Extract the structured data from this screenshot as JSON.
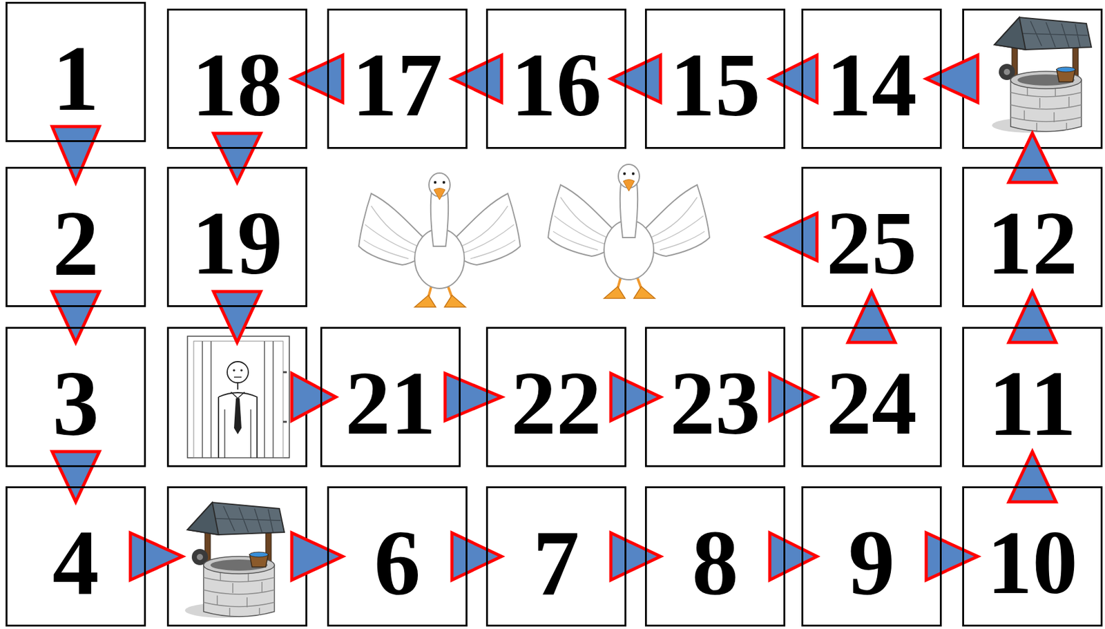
{
  "diagram": {
    "nodes": [
      {
        "text": [
          "1"
        ]
      },
      {
        "text": [
          "2"
        ]
      },
      {
        "text": [
          "3"
        ]
      },
      {
        "text": [
          "4"
        ]
      },
      {
        "text": [
          "6"
        ]
      },
      {
        "text": [
          "7"
        ]
      },
      {
        "text": [
          "8"
        ]
      },
      {
        "text": [
          "9"
        ]
      },
      {
        "text": [
          "10"
        ]
      },
      {
        "text": [
          "11"
        ]
      },
      {
        "text": [
          "12"
        ]
      },
      {
        "text": [
          "14"
        ]
      },
      {
        "text": [
          "15"
        ]
      },
      {
        "text": [
          "16"
        ]
      },
      {
        "text": [
          "17"
        ]
      },
      {
        "text": [
          "18"
        ]
      },
      {
        "text": [
          "19"
        ]
      },
      {
        "text": [
          "21"
        ]
      },
      {
        "text": [
          "22"
        ]
      },
      {
        "text": [
          "23"
        ]
      },
      {
        "text": [
          "24"
        ]
      },
      {
        "text": [
          "25"
        ]
      }
    ],
    "edges": [
      {
        "from": 0,
        "to": 1,
        "arrow": "to"
      },
      {
        "from": 1,
        "to": 2,
        "arrow": "to"
      },
      {
        "from": 2,
        "to": 3,
        "arrow": "to"
      },
      {
        "from": 4,
        "to": 5,
        "arrow": "to"
      },
      {
        "from": 5,
        "to": 6,
        "arrow": "to"
      },
      {
        "from": 6,
        "to": 7,
        "arrow": "to"
      },
      {
        "from": 7,
        "to": 8,
        "arrow": "to"
      },
      {
        "from": 8,
        "to": 9,
        "arrow": "to"
      },
      {
        "from": 9,
        "to": 10,
        "arrow": "to"
      },
      {
        "from": 11,
        "to": 12,
        "arrow": "to"
      },
      {
        "from": 12,
        "to": 13,
        "arrow": "to"
      },
      {
        "from": 13,
        "to": 14,
        "arrow": "to"
      },
      {
        "from": 14,
        "to": 15,
        "arrow": "to"
      },
      {
        "from": 15,
        "to": 16,
        "arrow": "to"
      },
      {
        "from": 17,
        "to": 18,
        "arrow": "to"
      },
      {
        "from": 18,
        "to": 19,
        "arrow": "to"
      },
      {
        "from": 19,
        "to": 20,
        "arrow": "to"
      },
      {
        "from": 20,
        "to": 21,
        "arrow": "to"
      }
    ]
  }
}
